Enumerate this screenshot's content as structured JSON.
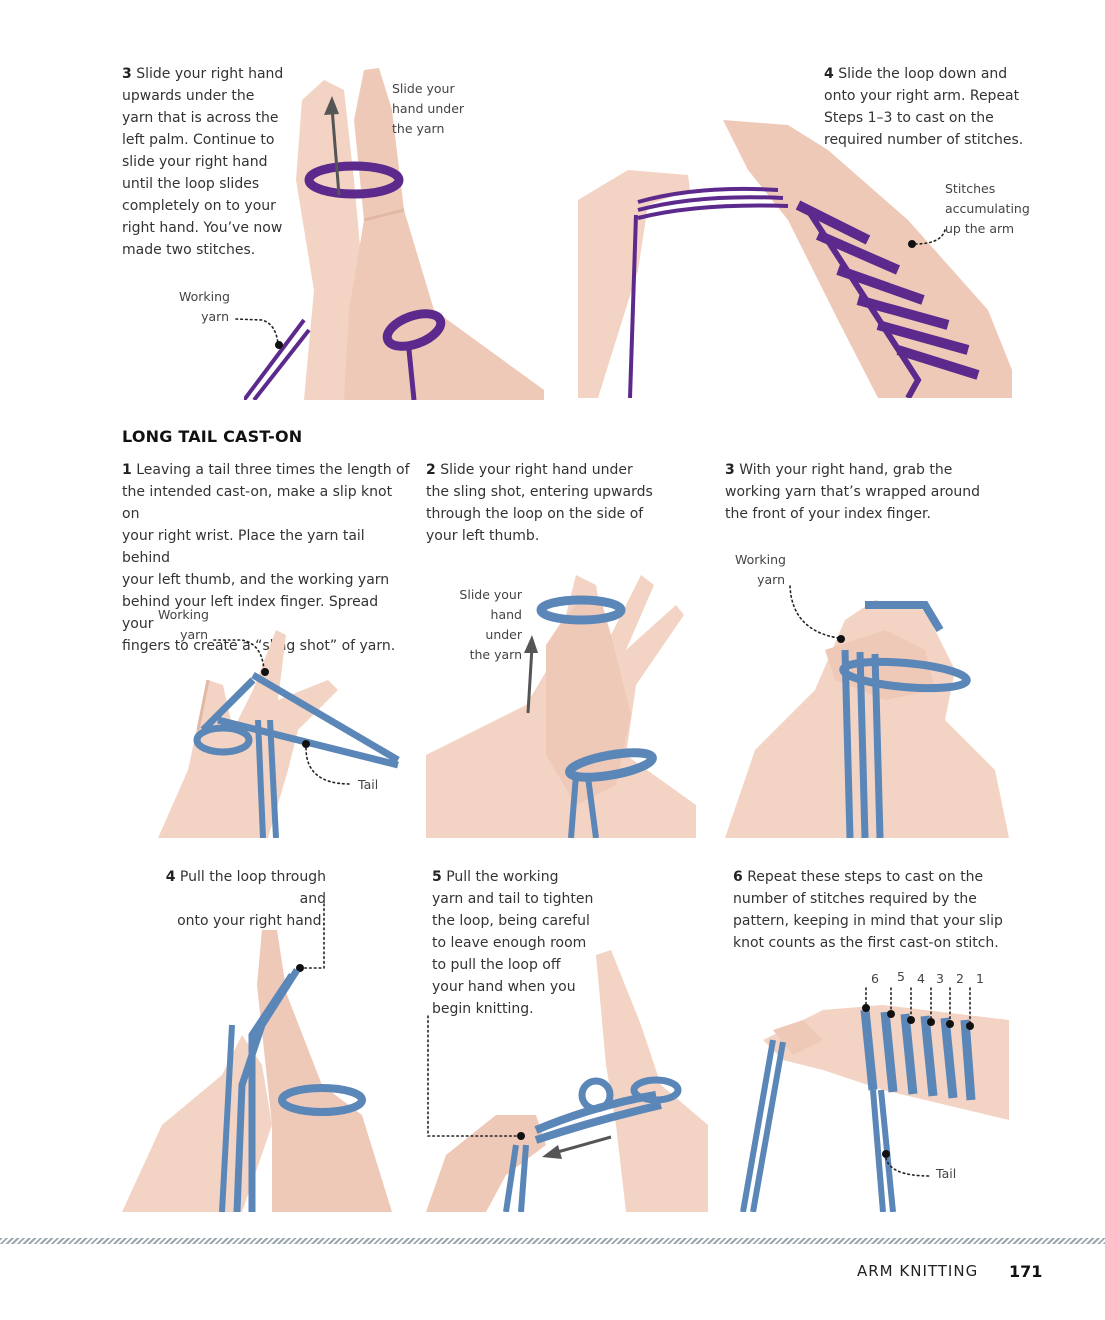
{
  "top": {
    "step3": {
      "num": "3",
      "lines": [
        "Slide your right hand",
        "upwards under the",
        "yarn that is across the",
        "left palm. Continue to",
        "slide your right hand",
        "until the loop slides",
        "completely on to your",
        "right hand. You’ve now",
        "made two stitches."
      ]
    },
    "step3_callout": [
      "Slide your",
      "hand under",
      "the yarn"
    ],
    "step3_working": [
      "Working",
      "yarn"
    ],
    "step4": {
      "num": "4",
      "lines": [
        "Slide the loop down and",
        "onto your right arm. Repeat",
        "Steps 1–3 to cast on the",
        "required number of stitches."
      ]
    },
    "step4_callout": [
      "Stitches",
      "accumulating",
      "up the arm"
    ]
  },
  "section_title": "LONG TAIL CAST-ON",
  "long_tail": {
    "s1": {
      "num": "1",
      "lines": [
        "Leaving a tail three times the length of",
        "the intended cast-on, make a slip knot on",
        "your right wrist. Place the yarn tail behind",
        "your left thumb, and the working yarn",
        "behind your left index finger. Spread your",
        "fingers to create a “sling shot” of yarn."
      ],
      "callout_working": [
        "Working",
        "yarn"
      ],
      "callout_tail": "Tail"
    },
    "s2": {
      "num": "2",
      "lines": [
        "Slide your right hand under",
        "the sling shot, entering upwards",
        "through the loop on the side of",
        "your left thumb."
      ],
      "callout": [
        "Slide your",
        "hand under",
        "the yarn"
      ]
    },
    "s3": {
      "num": "3",
      "lines": [
        "With your right hand, grab the",
        "working yarn that’s wrapped around",
        "the front of your index finger."
      ],
      "callout": [
        "Working",
        "yarn"
      ]
    },
    "s4": {
      "num": "4",
      "lines": [
        "Pull the loop through and",
        "onto your right hand."
      ]
    },
    "s5": {
      "num": "5",
      "lines": [
        "Pull the working",
        "yarn and tail to tighten",
        "the loop, being careful",
        "to leave enough room",
        "to pull the loop off",
        "your hand when you",
        "begin knitting."
      ]
    },
    "s6": {
      "num": "6",
      "lines": [
        "Repeat these steps to cast on the",
        "number of stitches required by the",
        "pattern, keeping in mind that your slip",
        "knot counts as the first cast-on stitch."
      ],
      "stitch_numbers": [
        "6",
        "5",
        "4",
        "3",
        "2",
        "1"
      ],
      "callout_tail": "Tail"
    }
  },
  "footer": {
    "section": "ARM KNITTING",
    "page": "171"
  },
  "colors": {
    "purple_yarn": "#5b2a8c",
    "blue_yarn": "#5b86b8",
    "skin": "#f3d3c3",
    "skin_shadow": "#e2b7a4"
  }
}
